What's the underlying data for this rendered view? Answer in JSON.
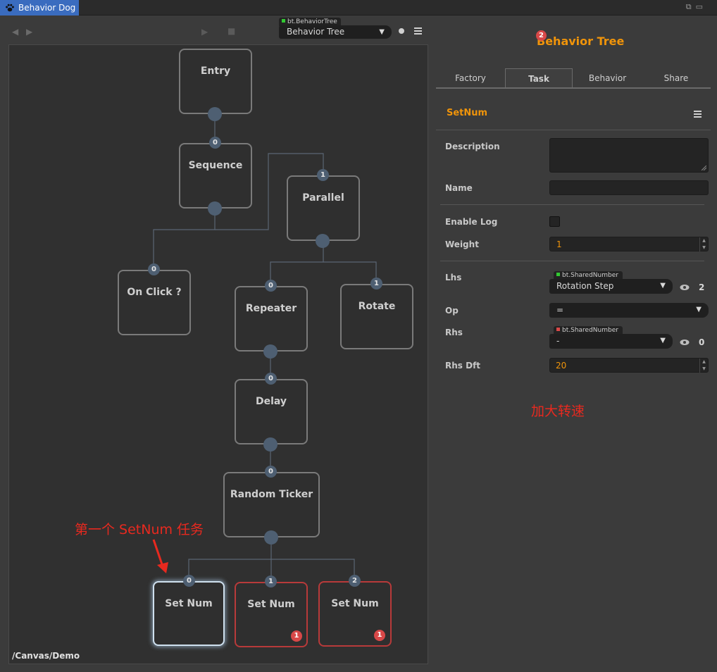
{
  "window": {
    "tab_title": "Behavior Dog"
  },
  "toolbar": {
    "nav_back_icon": "nav-back-icon",
    "nav_forward_icon": "nav-forward-icon",
    "play_icon": "play-icon",
    "stop_icon": "stop-icon",
    "tree_type_tag": "bt.BehaviorTree",
    "tree_select_value": "Behavior Tree"
  },
  "canvas": {
    "path": "/Canvas/Demo",
    "nodes": [
      {
        "id": "entry",
        "label": "Entry"
      },
      {
        "id": "sequence",
        "label": "Sequence",
        "index": "0"
      },
      {
        "id": "parallel",
        "label": "Parallel",
        "index": "1"
      },
      {
        "id": "onclick",
        "label": "On Click ?",
        "index": "0"
      },
      {
        "id": "repeater",
        "label": "Repeater",
        "index": "0"
      },
      {
        "id": "rotate",
        "label": "Rotate",
        "index": "1"
      },
      {
        "id": "delay",
        "label": "Delay",
        "index": "0"
      },
      {
        "id": "random",
        "label": "Random Ticker",
        "index": "0"
      },
      {
        "id": "setnum0",
        "label": "Set Num",
        "index": "0"
      },
      {
        "id": "setnum1",
        "label": "Set Num",
        "index": "1",
        "errors": "1"
      },
      {
        "id": "setnum2",
        "label": "Set Num",
        "index": "2",
        "errors": "1"
      }
    ],
    "annotation": "第一个 SetNum 任务"
  },
  "panel": {
    "title": "Behavior Tree",
    "title_badge": "2",
    "tabs": [
      "Factory",
      "Task",
      "Behavior",
      "Share"
    ],
    "active_tab": "Task",
    "section_title": "SetNum",
    "fields": {
      "description_label": "Description",
      "description_value": "",
      "name_label": "Name",
      "name_value": "",
      "enable_log_label": "Enable Log",
      "weight_label": "Weight",
      "weight_value": "1",
      "lhs_label": "Lhs",
      "lhs_tag": "bt.SharedNumber",
      "lhs_value": "Rotation Step",
      "lhs_refs": "2",
      "op_label": "Op",
      "op_value": "=",
      "rhs_label": "Rhs",
      "rhs_tag": "bt.SharedNumber",
      "rhs_value": "-",
      "rhs_refs": "0",
      "rhs_dft_label": "Rhs Dft",
      "rhs_dft_value": "20"
    },
    "annotation": "加大转速"
  },
  "colors": {
    "accent_orange": "#f0940a",
    "error_red": "#d84848",
    "annotation_red": "#e8291f",
    "tab_blue": "#3a6cbf",
    "port_blue": "#4e5f72",
    "tag_green": "#32c832",
    "tag_red": "#d84848"
  }
}
